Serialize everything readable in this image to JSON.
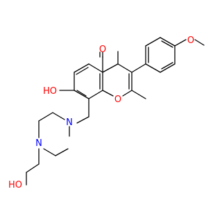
{
  "atoms": {
    "carbonyl_o": "O",
    "ring_o": "O",
    "methoxy_o": "O",
    "hydroxy_phenol": "HO",
    "hydroxy_ethyl": "HO",
    "n_upper": "N",
    "n_lower": "N"
  },
  "colors": {
    "oxygen": "#ff0000",
    "nitrogen": "#0000ff",
    "bond": "#000000",
    "background": "#ffffff"
  }
}
